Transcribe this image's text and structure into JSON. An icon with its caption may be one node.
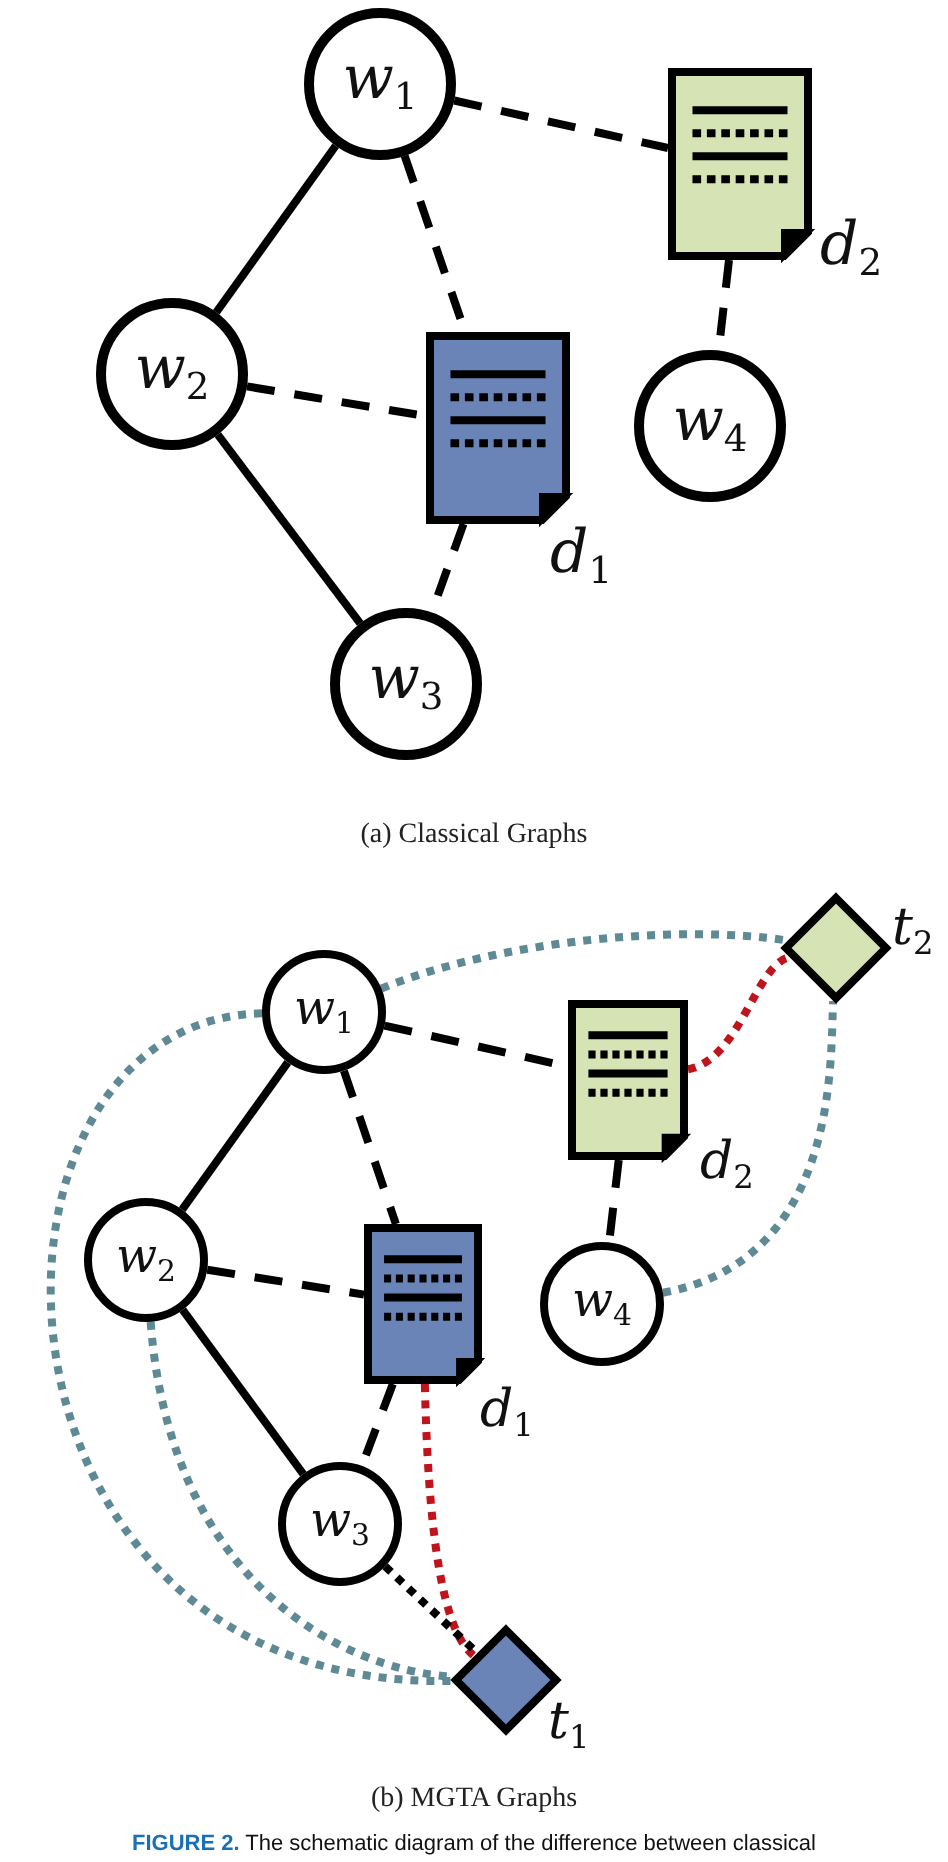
{
  "diagram": {
    "caption": "**FIGURE 2.** The schematic diagram of the difference between classical",
    "nodes": [
      {
        "text": [
          "*w*$_{1}$"
        ]
      },
      {
        "text": [],
        "shape": "document",
        "beside": [
          "*d*$_{2}$"
        ]
      },
      {
        "text": [
          "*w*$_{2}$"
        ]
      },
      {
        "text": [],
        "shape": "document",
        "beside": [
          "*d*$_{1}$"
        ]
      },
      {
        "text": [
          "*w*$_{4}$"
        ]
      },
      {
        "text": [
          "*w*$_{3}$"
        ]
      },
      {
        "text": [],
        "shape": "diamond",
        "beside": [
          "*t*$_{2}$"
        ]
      },
      {
        "text": [
          "*w*$_{1}$"
        ]
      },
      {
        "text": [],
        "shape": "document",
        "beside": [
          "*d*$_{2}$"
        ]
      },
      {
        "text": [
          "*w*$_{2}$"
        ]
      },
      {
        "text": [],
        "shape": "document",
        "beside": [
          "*d*$_{1}$"
        ]
      },
      {
        "text": [
          "*w*$_{4}$"
        ]
      },
      {
        "text": [
          "*w*$_{3}$"
        ]
      },
      {
        "text": [],
        "shape": "diamond",
        "beside": [
          "*t*$_{1}$"
        ]
      }
    ],
    "edges": [
      {
        "from": 0,
        "to": 2,
        "arrow": "none"
      },
      {
        "from": 2,
        "to": 5,
        "arrow": "none"
      },
      {
        "from": 0,
        "to": 1,
        "arrow": "none",
        "style": "dashed"
      },
      {
        "from": 0,
        "to": 3,
        "arrow": "none",
        "style": "dashed"
      },
      {
        "from": 2,
        "to": 3,
        "arrow": "none",
        "style": "dashed"
      },
      {
        "from": 3,
        "to": 5,
        "arrow": "none",
        "style": "dashed"
      },
      {
        "from": 1,
        "to": 4,
        "arrow": "none",
        "style": "dashed"
      },
      {
        "from": 7,
        "to": 9,
        "arrow": "none"
      },
      {
        "from": 9,
        "to": 12,
        "arrow": "none"
      },
      {
        "from": 7,
        "to": 8,
        "arrow": "none",
        "style": "dashed"
      },
      {
        "from": 7,
        "to": 10,
        "arrow": "none",
        "style": "dashed"
      },
      {
        "from": 9,
        "to": 10,
        "arrow": "none",
        "style": "dashed"
      },
      {
        "from": 10,
        "to": 12,
        "arrow": "none",
        "style": "dashed"
      },
      {
        "from": 8,
        "to": 11,
        "arrow": "none",
        "style": "dashed"
      },
      {
        "from": 7,
        "to": 6,
        "arrow": "none",
        "style": "dashed",
        "color": "#5f8a95"
      },
      {
        "from": 7,
        "to": 13,
        "arrow": "none",
        "style": "dashed",
        "color": "#5f8a95"
      },
      {
        "from": 9,
        "to": 13,
        "arrow": "none",
        "style": "dashed",
        "color": "#5f8a95"
      },
      {
        "from": 11,
        "to": 6,
        "arrow": "none",
        "style": "dashed",
        "color": "#5f8a95"
      },
      {
        "from": 8,
        "to": 6,
        "arrow": "none",
        "style": "dashed",
        "color": "#c0141c"
      },
      {
        "from": 10,
        "to": 13,
        "arrow": "none",
        "style": "dashed",
        "color": "#c0141c"
      },
      {
        "from": 12,
        "to": 13,
        "arrow": "none",
        "style": "dashed"
      }
    ],
    "labels": [
      "(a) Classical Graphs",
      "(b) MGTA Graphs"
    ]
  }
}
